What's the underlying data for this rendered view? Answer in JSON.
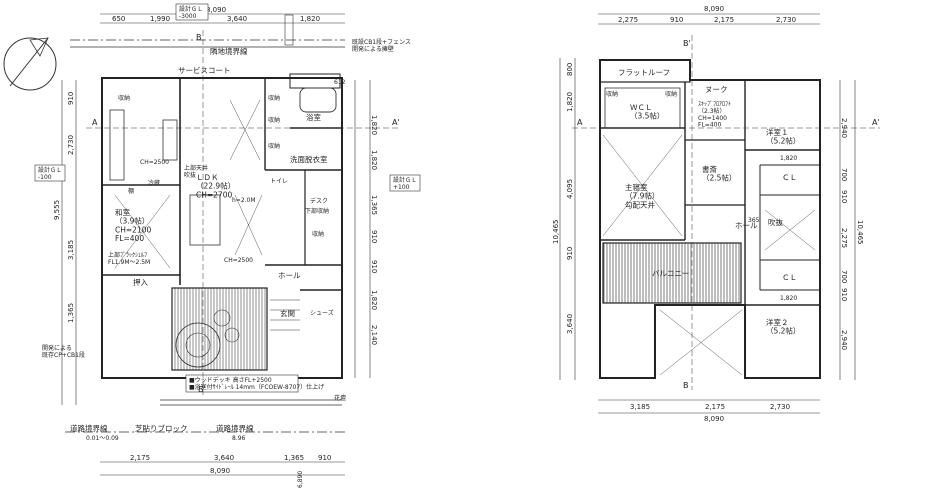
{
  "ground_floor": {
    "top_dims": [
      "650",
      "1,990",
      "3,640",
      "1,820"
    ],
    "total_width": "8,090",
    "setting_gl_top": "設計ＧＬ\n-3000",
    "boundary_top": "隣地境界線",
    "fence_note": "既設CB1段+フェンス\n開発による擁壁",
    "service_court": "サービスコート",
    "left_dims": [
      "910",
      "2,730",
      "9,555",
      "3,185",
      "1,365"
    ],
    "setting_gl_left": "設計ＧＬ\n-100",
    "setting_gl_right": "設計ＧＬ\n+100",
    "rooms": {
      "ldk": "ＬＤＫ\n（22.9帖）\nCH=2700",
      "washitsu": "和室\n（3.9帖）\nCH=2100\nFL=400",
      "tatami_note": "上部ﾌﾟﾗｯｸｼｪﾙﾌ\nFL1.9M〜2.5M",
      "ch2500": "CH=2500",
      "ch2500b": "CH=2500",
      "bath": "浴室",
      "washroom": "洗面脱衣室",
      "toilet": "トイレ",
      "hall": "ホール",
      "entrance": "玄関",
      "storage1": "収納",
      "storage2": "収納",
      "storage3": "収納",
      "storage4": "収納",
      "storage5": "収納",
      "fridge": "冷蔵",
      "shelf": "棚",
      "pantry": "下部収納",
      "desk": "デスク",
      "shoes": "シューズ",
      "sashiire": "押入",
      "kitchen_note": "上部天井\n吹抜"
    },
    "deck_note": "■ウッドデッキ 高さFL+2500\n■浴室付ｻｲﾄﾞﾚｰﾙ 14mm（FCOEW-8707）仕上げ",
    "fence_block": "芝貼りブロック",
    "road_line_left": "道路境界線",
    "road_line_right": "道路境界線",
    "road_dim_left": "0.01〜0.09",
    "road_dim_right": "8.96",
    "bottom_dims": [
      "2,175",
      "3,640",
      "1,365",
      "910"
    ],
    "bottom_total": "8,090",
    "left_note": "開発による\n既存CP+CB1段",
    "flower": "花壇",
    "section_a": "A",
    "section_a2": "A'",
    "section_b": "B",
    "section_b2": "B'",
    "right_dims": [
      "1,820",
      "1,820",
      "1,365",
      "910",
      "910",
      "1,820",
      "2,140"
    ],
    "h_note": "h=2.0M",
    "dim_612": "612",
    "dim_6890": "6,890"
  },
  "second_floor": {
    "top_total": "8,090",
    "top_dims": [
      "2,275",
      "910",
      "2,175",
      "2,730"
    ],
    "left_dims": [
      "800",
      "1,820",
      "4,095",
      "10,465",
      "910",
      "3,640"
    ],
    "right_dims": [
      "2,940",
      "700",
      "910",
      "2,275",
      "700",
      "910",
      "2,940",
      "10,465"
    ],
    "rooms": {
      "flat_roof": "フラットルーフ",
      "nook": "ヌーク",
      "wcl": "ＷＣＬ\n（3.5帖）",
      "master": "主寝室\n（7.9帖）\n勾配天井",
      "skip_loft": "ｽｷｯﾌﾟﾌﾛｱﾛﾌﾄ\n（2.3帖）\nCH=1400\nFL=400",
      "study": "書斎\n（2.5帖）",
      "youshitsu1": "洋室１\n（5.2帖）",
      "youshitsu2": "洋室２\n（5.2帖）",
      "cl1": "ＣＬ",
      "cl2": "ＣＬ",
      "hall": "ホール",
      "fukinuke": "吹抜",
      "balcony": "バルコニー",
      "storage1": "収納",
      "storage2": "収納",
      "stair_note": "365"
    },
    "dims_cl": [
      "1,820",
      "1,820"
    ],
    "bottom_dims": [
      "3,185",
      "2,175",
      "2,730"
    ],
    "bottom_total": "8,090",
    "section_a": "A",
    "section_a2": "A'",
    "section_b": "B",
    "section_b2": "B'"
  }
}
